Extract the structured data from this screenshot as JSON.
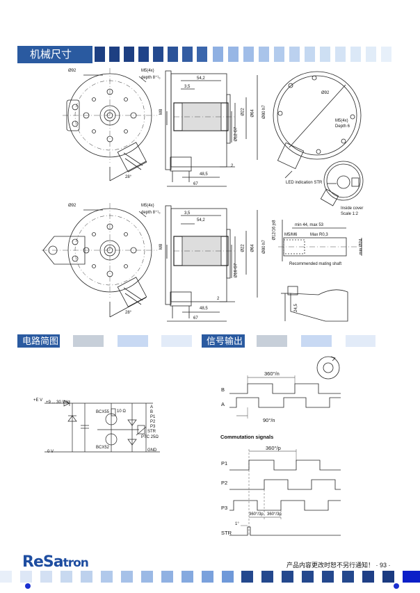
{
  "sections": {
    "mechanical": "机械尺寸",
    "circuit": "电路简图",
    "signal": "信号输出"
  },
  "drawing1": {
    "dia92": "Ø92",
    "m5": "M5(4x)",
    "depth": "depth 8⁺¹₀",
    "angle": "28°",
    "d54": "54,2",
    "d35": "3,5",
    "m8": "M8",
    "d22": "Ø22",
    "d64": "Ø64",
    "d80": "Ø80 h7",
    "d12": "Ø12 G7",
    "d485": "48,5",
    "d67": "67",
    "d2": "2"
  },
  "drawing_right": {
    "dia92": "Ø92",
    "m5": "M5(4x)",
    "depth6": "Depth 6",
    "led": "LED indication STR",
    "inside": "Inside cover",
    "scale": "Scale 1:2"
  },
  "drawing2": {
    "dia92": "Ø92",
    "m5": "M5(4x)",
    "depth": "depth 8⁺¹₀",
    "angle": "28°",
    "d54": "54,2",
    "d35": "3,5",
    "m8": "M8",
    "d22": "Ø22",
    "d64": "Ø64",
    "d80": "Ø80 h7",
    "d16": "Ø16 G7",
    "d485": "48,5",
    "d67": "67",
    "d2": "2"
  },
  "shaft": {
    "d12": "Ø12/16 js8",
    "minmax": "min 44, max 53",
    "m6": "M5/M6",
    "maxr": "Max R0,3",
    "min24": "min Ø24",
    "title": "Recommended mating shaft"
  },
  "bracket": {
    "d245": "24,5"
  },
  "circuit": {
    "ev": "+E V",
    "range": "+9 ... 30 Vdc",
    "bcx55": "BCX55",
    "bcx52": "BCX52",
    "r10": "10 Ω",
    "ptc": "PTC 25Ω",
    "zero": "0 V",
    "gnd": "GND",
    "outputs": [
      "A",
      "B",
      "P1",
      "P2",
      "P3",
      "STR"
    ]
  },
  "signals": {
    "deg360n": "360°/n",
    "deg90n": "90°/n",
    "B": "B",
    "A": "A",
    "commutation": "Commutation signals",
    "deg360p": "360°/p",
    "P1": "P1",
    "P2": "P2",
    "P3": "P3",
    "deg360_3p_a": "360°/3p",
    "deg360_3p_b": "360°/3p",
    "deg1": "1°",
    "STR": "STR"
  },
  "footer": {
    "logo_a": "ReSa",
    "logo_b": "tron",
    "note": "产品内容更改时恕不另行通知！ · 93 ·"
  },
  "colors": {
    "dark_blue": "#2a4f96",
    "mid_blue": "#5a84c8",
    "light_blue": "#b7cdee",
    "pale_blue": "#dbe6f6",
    "grey": "#c7cfd9"
  }
}
